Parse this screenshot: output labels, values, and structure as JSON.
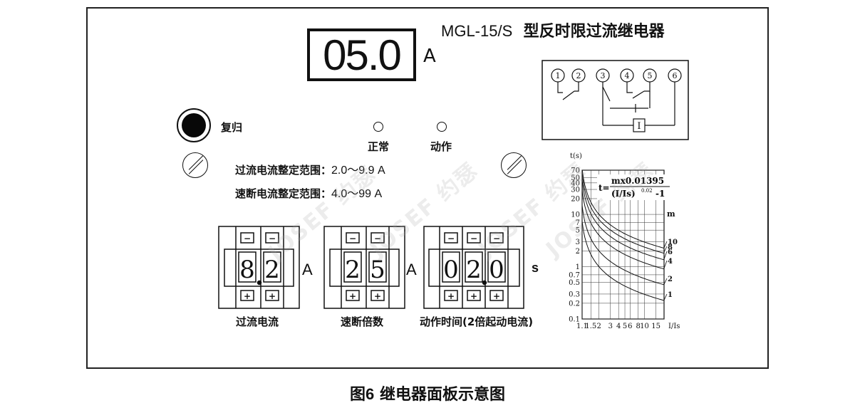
{
  "display": {
    "value": "05.0",
    "unit": "A"
  },
  "title": {
    "model": "MGL-15/S",
    "name": "型反时限过流继电器"
  },
  "reset": {
    "label": "复归"
  },
  "indicators": {
    "normal_label": "正常",
    "operate_label": "动作"
  },
  "ranges": {
    "overcurrent_prefix": "过流电流整定范围：",
    "overcurrent_value": "2.0～9.9 A",
    "instant_prefix": "速断电流整定范围：",
    "instant_value": "4.0～99 A"
  },
  "modules": [
    {
      "label": "过流电流",
      "digits": [
        "8",
        "2"
      ],
      "unit": "A",
      "minus": "−",
      "plus": "+"
    },
    {
      "label": "速断倍数",
      "digits": [
        "2",
        "5"
      ],
      "unit": "A",
      "minus": "−",
      "plus": "+"
    },
    {
      "label": "动作时间(2倍起动电流)",
      "digits": [
        "0",
        "2",
        "0"
      ],
      "unit": "s",
      "minus": "−",
      "plus": "+"
    }
  ],
  "wiring": {
    "terminals": [
      "1",
      "2",
      "3",
      "4",
      "5",
      "6"
    ],
    "coil": "I"
  },
  "chart_data": {
    "type": "line",
    "title": "",
    "ylabel": "t(s)",
    "xlabel": "I/Is",
    "formula": {
      "prefix": "t=",
      "numerator": "mx0.01395",
      "denominator": "(I/Is)",
      "exponent": "0.02",
      "suffix": "-1"
    },
    "x_scale": "log",
    "y_scale": "log",
    "xlim": [
      1.1,
      20
    ],
    "ylim": [
      0.1,
      70
    ],
    "x_ticks": [
      "1.1",
      "1.5",
      "2",
      "3",
      "4",
      "5",
      "6",
      "8",
      "10",
      "15"
    ],
    "y_ticks": [
      "70",
      "50",
      "40",
      "30",
      "20",
      "10",
      "7",
      "5",
      "3",
      "2",
      "1",
      "0.7",
      "0.5",
      "0.3",
      "0.2",
      "0.1"
    ],
    "grid": true,
    "series_label_title": "m",
    "series": [
      {
        "name": "1",
        "m": 1,
        "x": [
          1.1,
          1.5,
          2,
          3,
          5,
          8,
          10,
          15,
          20
        ],
        "y": [
          7.3,
          1.7,
          1.0,
          0.63,
          0.43,
          0.33,
          0.3,
          0.25,
          0.23
        ]
      },
      {
        "name": "2",
        "m": 2,
        "x": [
          1.1,
          1.5,
          2,
          3,
          5,
          8,
          10,
          15,
          20
        ],
        "y": [
          14.6,
          3.4,
          2.0,
          1.26,
          0.86,
          0.66,
          0.6,
          0.51,
          0.46
        ]
      },
      {
        "name": "4",
        "m": 4,
        "x": [
          1.1,
          1.5,
          2,
          3,
          5,
          8,
          10,
          15,
          20
        ],
        "y": [
          29.1,
          6.9,
          4.0,
          2.5,
          1.7,
          1.3,
          1.2,
          1.0,
          0.93
        ]
      },
      {
        "name": "6",
        "m": 6,
        "x": [
          1.1,
          1.5,
          2,
          3,
          5,
          8,
          10,
          15,
          20
        ],
        "y": [
          43.7,
          10.3,
          6.0,
          3.8,
          2.6,
          2.0,
          1.8,
          1.5,
          1.4
        ]
      },
      {
        "name": "8",
        "m": 8,
        "x": [
          1.1,
          1.5,
          2,
          3,
          5,
          8,
          10,
          15,
          20
        ],
        "y": [
          58.3,
          13.7,
          8.0,
          5.0,
          3.4,
          2.6,
          2.4,
          2.0,
          1.9
        ]
      },
      {
        "name": "10",
        "m": 10,
        "x": [
          1.1,
          1.5,
          2,
          3,
          5,
          8,
          10,
          15,
          20
        ],
        "y": [
          72.8,
          17.2,
          10.0,
          6.3,
          4.3,
          3.3,
          3.0,
          2.5,
          2.3
        ]
      }
    ]
  },
  "watermark": {
    "text": "JOSEF 约瑟"
  },
  "caption": {
    "fig": "图",
    "num": "6",
    "text": "继电器面板示意图"
  }
}
